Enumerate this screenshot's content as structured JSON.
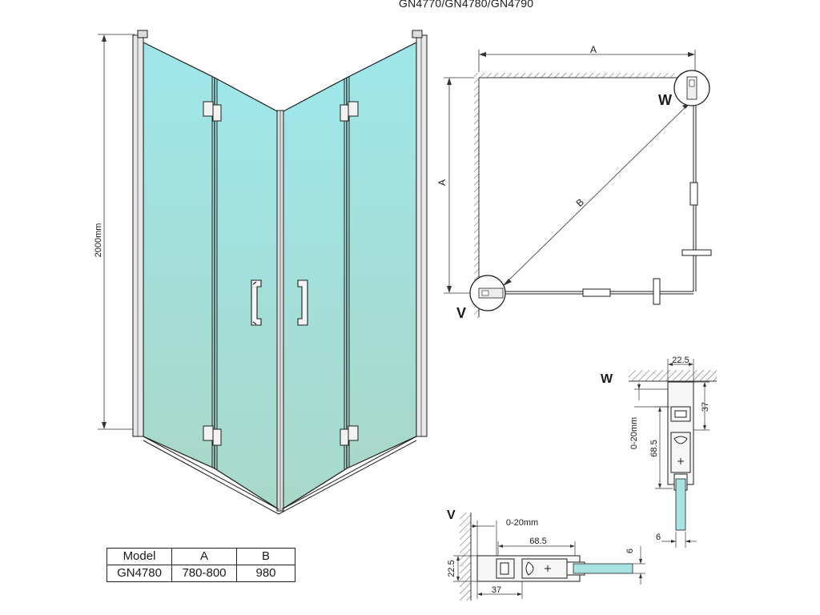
{
  "title": "GN4770/GN4780/GN4790",
  "front_view": {
    "height_label": "2000mm"
  },
  "plan_view": {
    "dim_a_top": "A",
    "dim_a_left": "A",
    "dim_b": "B",
    "detail_w_label": "W",
    "detail_v_label": "V"
  },
  "detail_w": {
    "label": "W",
    "dim_width": "22.5",
    "dim_37": "37",
    "dim_adjust": "0-20mm",
    "dim_68_5": "68.5",
    "dim_glass": "6"
  },
  "detail_v": {
    "label": "V",
    "dim_adjust": "0-20mm",
    "dim_68_5": "68.5",
    "dim_glass": "6",
    "dim_width": "22.5",
    "dim_37": "37"
  },
  "table": {
    "headers": [
      "Model",
      "A",
      "B"
    ],
    "rows": [
      [
        "GN4780",
        "780-800",
        "980"
      ]
    ]
  },
  "colors": {
    "glass": "#a6dbd8",
    "glass_top": "#9fe6ea",
    "frame": "#1e1e1e",
    "detail_glass": "#a9e2e3"
  }
}
